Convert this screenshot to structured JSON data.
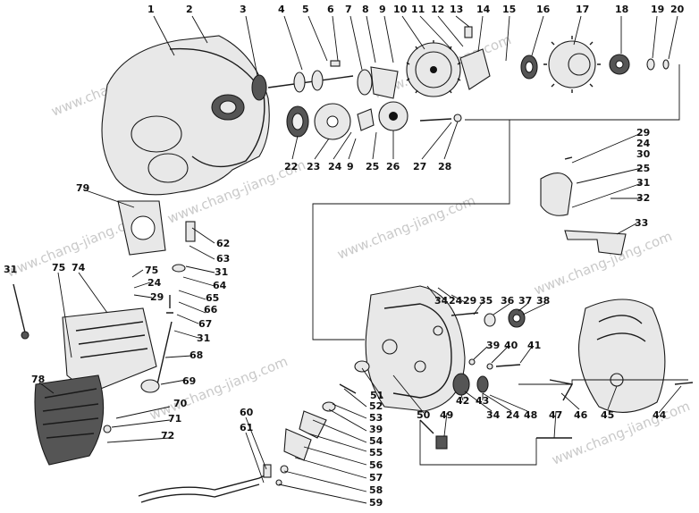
{
  "diagram": {
    "watermark": "www.chang-jiang.com",
    "labels": [
      "1",
      "2",
      "3",
      "4",
      "5",
      "6",
      "7",
      "8",
      "9",
      "10",
      "11",
      "12",
      "13",
      "14",
      "15",
      "16",
      "17",
      "18",
      "19",
      "20",
      "22",
      "23",
      "24",
      "9",
      "25",
      "26",
      "27",
      "28",
      "29",
      "24",
      "30",
      "25",
      "31",
      "32",
      "33",
      "79",
      "62",
      "63",
      "31",
      "64",
      "65",
      "66",
      "67",
      "31",
      "68",
      "69",
      "31",
      "75",
      "74",
      "75",
      "24",
      "29",
      "34",
      "24",
      "29",
      "35",
      "36",
      "37",
      "38",
      "39",
      "40",
      "41",
      "42",
      "43",
      "34",
      "24",
      "48",
      "47",
      "46",
      "45",
      "44",
      "50",
      "49",
      "51",
      "52",
      "53",
      "39",
      "54",
      "55",
      "56",
      "57",
      "58",
      "59",
      "60",
      "61",
      "78",
      "70",
      "71",
      "72"
    ]
  }
}
